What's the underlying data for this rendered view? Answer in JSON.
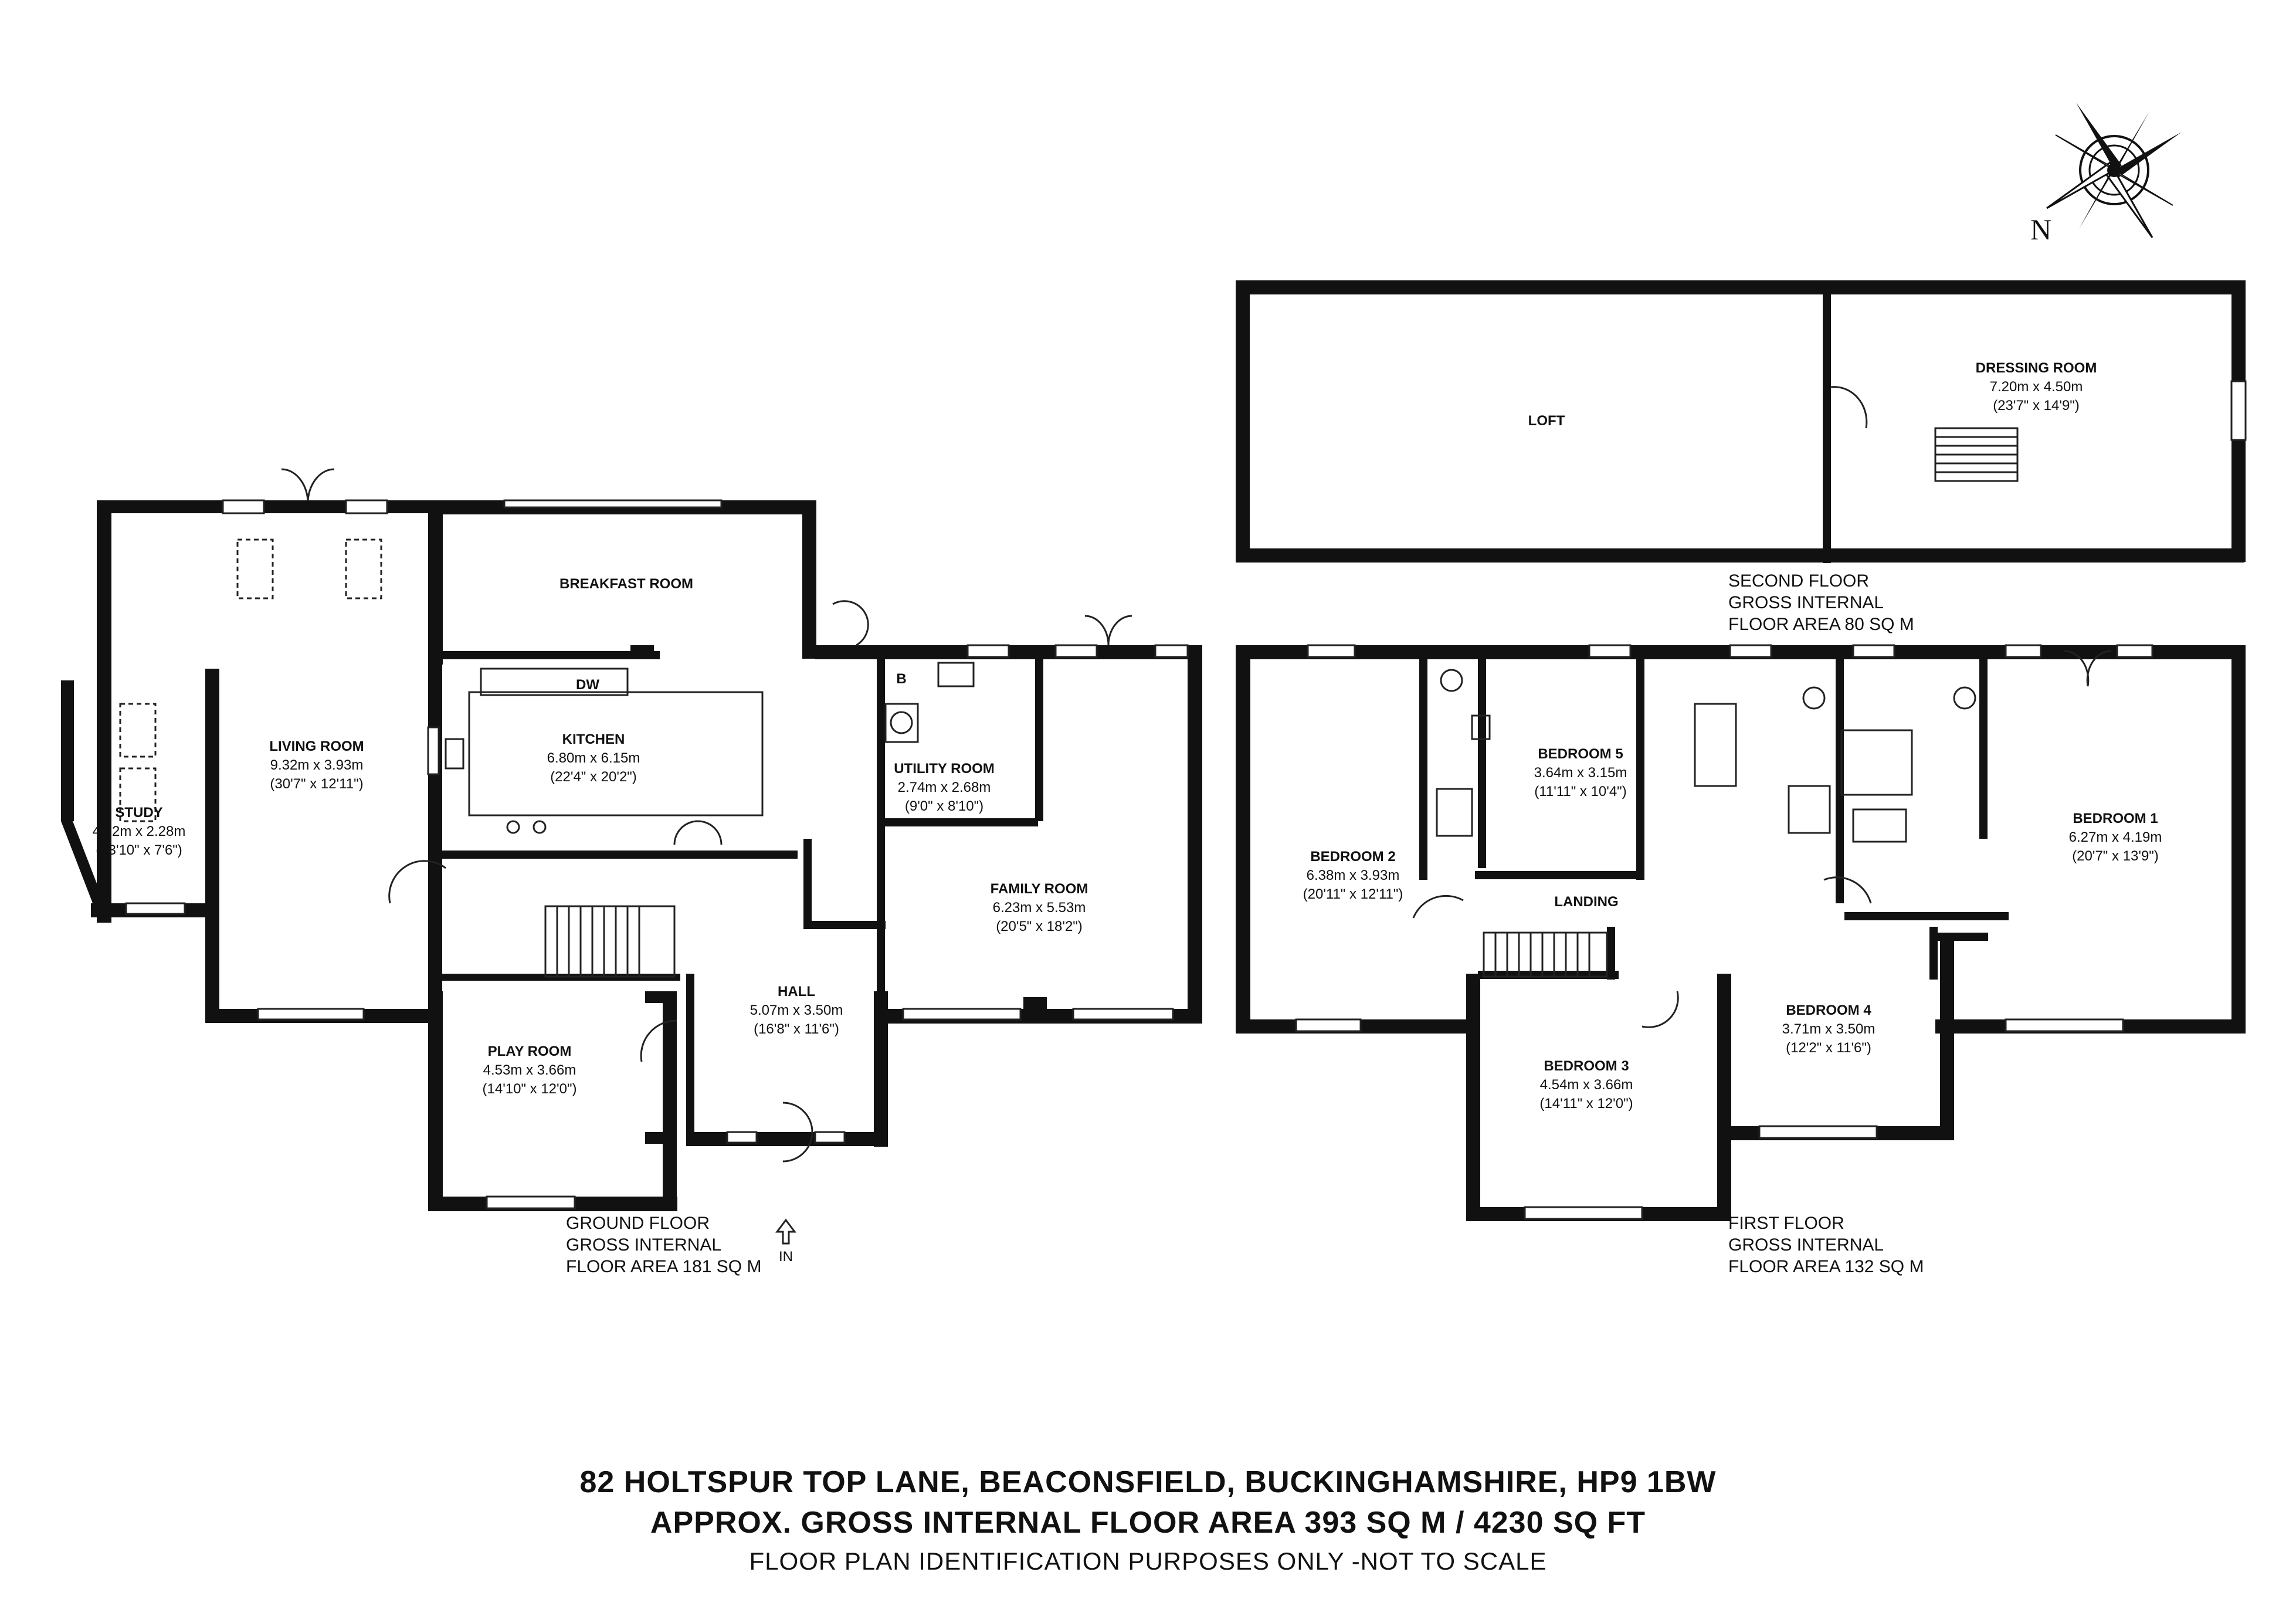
{
  "ground_floor": {
    "caption": [
      "GROUND FLOOR",
      "GROSS INTERNAL",
      "FLOOR AREA 181 SQ M"
    ],
    "rooms": [
      {
        "name": "LIVING ROOM",
        "dims": "9.32m x 3.93m",
        "imperial": "(30'7\" x 12'11\")"
      },
      {
        "name": "STUDY",
        "dims": "4.22m x 2.28m",
        "imperial": "(13'10\" x 7'6\")"
      },
      {
        "name": "BREAKFAST ROOM"
      },
      {
        "name": "KITCHEN",
        "dims": "6.80m x 6.15m",
        "imperial": "(22'4\" x 20'2\")"
      },
      {
        "name": "UTILITY ROOM",
        "dims": "2.74m x 2.68m",
        "imperial": "(9'0\" x 8'10\")"
      },
      {
        "name": "FAMILY ROOM",
        "dims": "6.23m x 5.53m",
        "imperial": "(20'5\" x 18'2\")"
      },
      {
        "name": "HALL",
        "dims": "5.07m x 3.50m",
        "imperial": "(16'8\" x 11'6\")"
      },
      {
        "name": "PLAY ROOM",
        "dims": "4.53m x 3.66m",
        "imperial": "(14'10\" x 12'0\")"
      }
    ],
    "fixtures": {
      "dishwasher": "DW",
      "boiler": "B",
      "entrance": "IN"
    }
  },
  "second_floor": {
    "caption": [
      "SECOND FLOOR",
      "GROSS INTERNAL",
      "FLOOR AREA 80 SQ M"
    ],
    "rooms": [
      {
        "name": "LOFT"
      },
      {
        "name": "DRESSING ROOM",
        "dims": "7.20m x 4.50m",
        "imperial": "(23'7\" x 14'9\")"
      }
    ]
  },
  "first_floor": {
    "caption": [
      "FIRST FLOOR",
      "GROSS INTERNAL",
      "FLOOR AREA 132 SQ M"
    ],
    "rooms": [
      {
        "name": "BEDROOM 2",
        "dims": "6.38m x 3.93m",
        "imperial": "(20'11\" x 12'11\")"
      },
      {
        "name": "BEDROOM 5",
        "dims": "3.64m x 3.15m",
        "imperial": "(11'11\" x 10'4\")"
      },
      {
        "name": "BEDROOM 1",
        "dims": "6.27m x 4.19m",
        "imperial": "(20'7\" x 13'9\")"
      },
      {
        "name": "LANDING"
      },
      {
        "name": "BEDROOM 3",
        "dims": "4.54m x 3.66m",
        "imperial": "(14'11\" x 12'0\")"
      },
      {
        "name": "BEDROOM 4",
        "dims": "3.71m x 3.50m",
        "imperial": "(12'2\" x 11'6\")"
      }
    ]
  },
  "compass": {
    "label": "N",
    "icon": "compass-rose-icon"
  },
  "footer": {
    "address": "82 HOLTSPUR TOP LANE, BEACONSFIELD, BUCKINGHAMSHIRE, HP9 1BW",
    "area": "APPROX. GROSS INTERNAL FLOOR AREA 393 SQ M / 4230 SQ FT",
    "disclaimer": "FLOOR PLAN IDENTIFICATION PURPOSES ONLY -NOT TO SCALE"
  }
}
